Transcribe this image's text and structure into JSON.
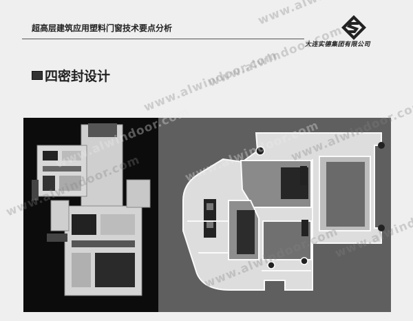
{
  "header": {
    "title": "超高层建筑应用塑料门窗技术要点分析",
    "company": "大连实德集团有限公司"
  },
  "section": {
    "title": "四密封设计"
  },
  "watermark": {
    "text": "www.alwindoor.com"
  },
  "colors": {
    "page_background": "#efefef",
    "figure_left_background": "#0c0c0c",
    "figure_right_background": "#5f5f5f",
    "profile_fill": "#dddddd",
    "seal_dark": "#222222"
  },
  "icons": {
    "logo": "company-logo-icon",
    "section_marker": "square-bullet-icon"
  }
}
